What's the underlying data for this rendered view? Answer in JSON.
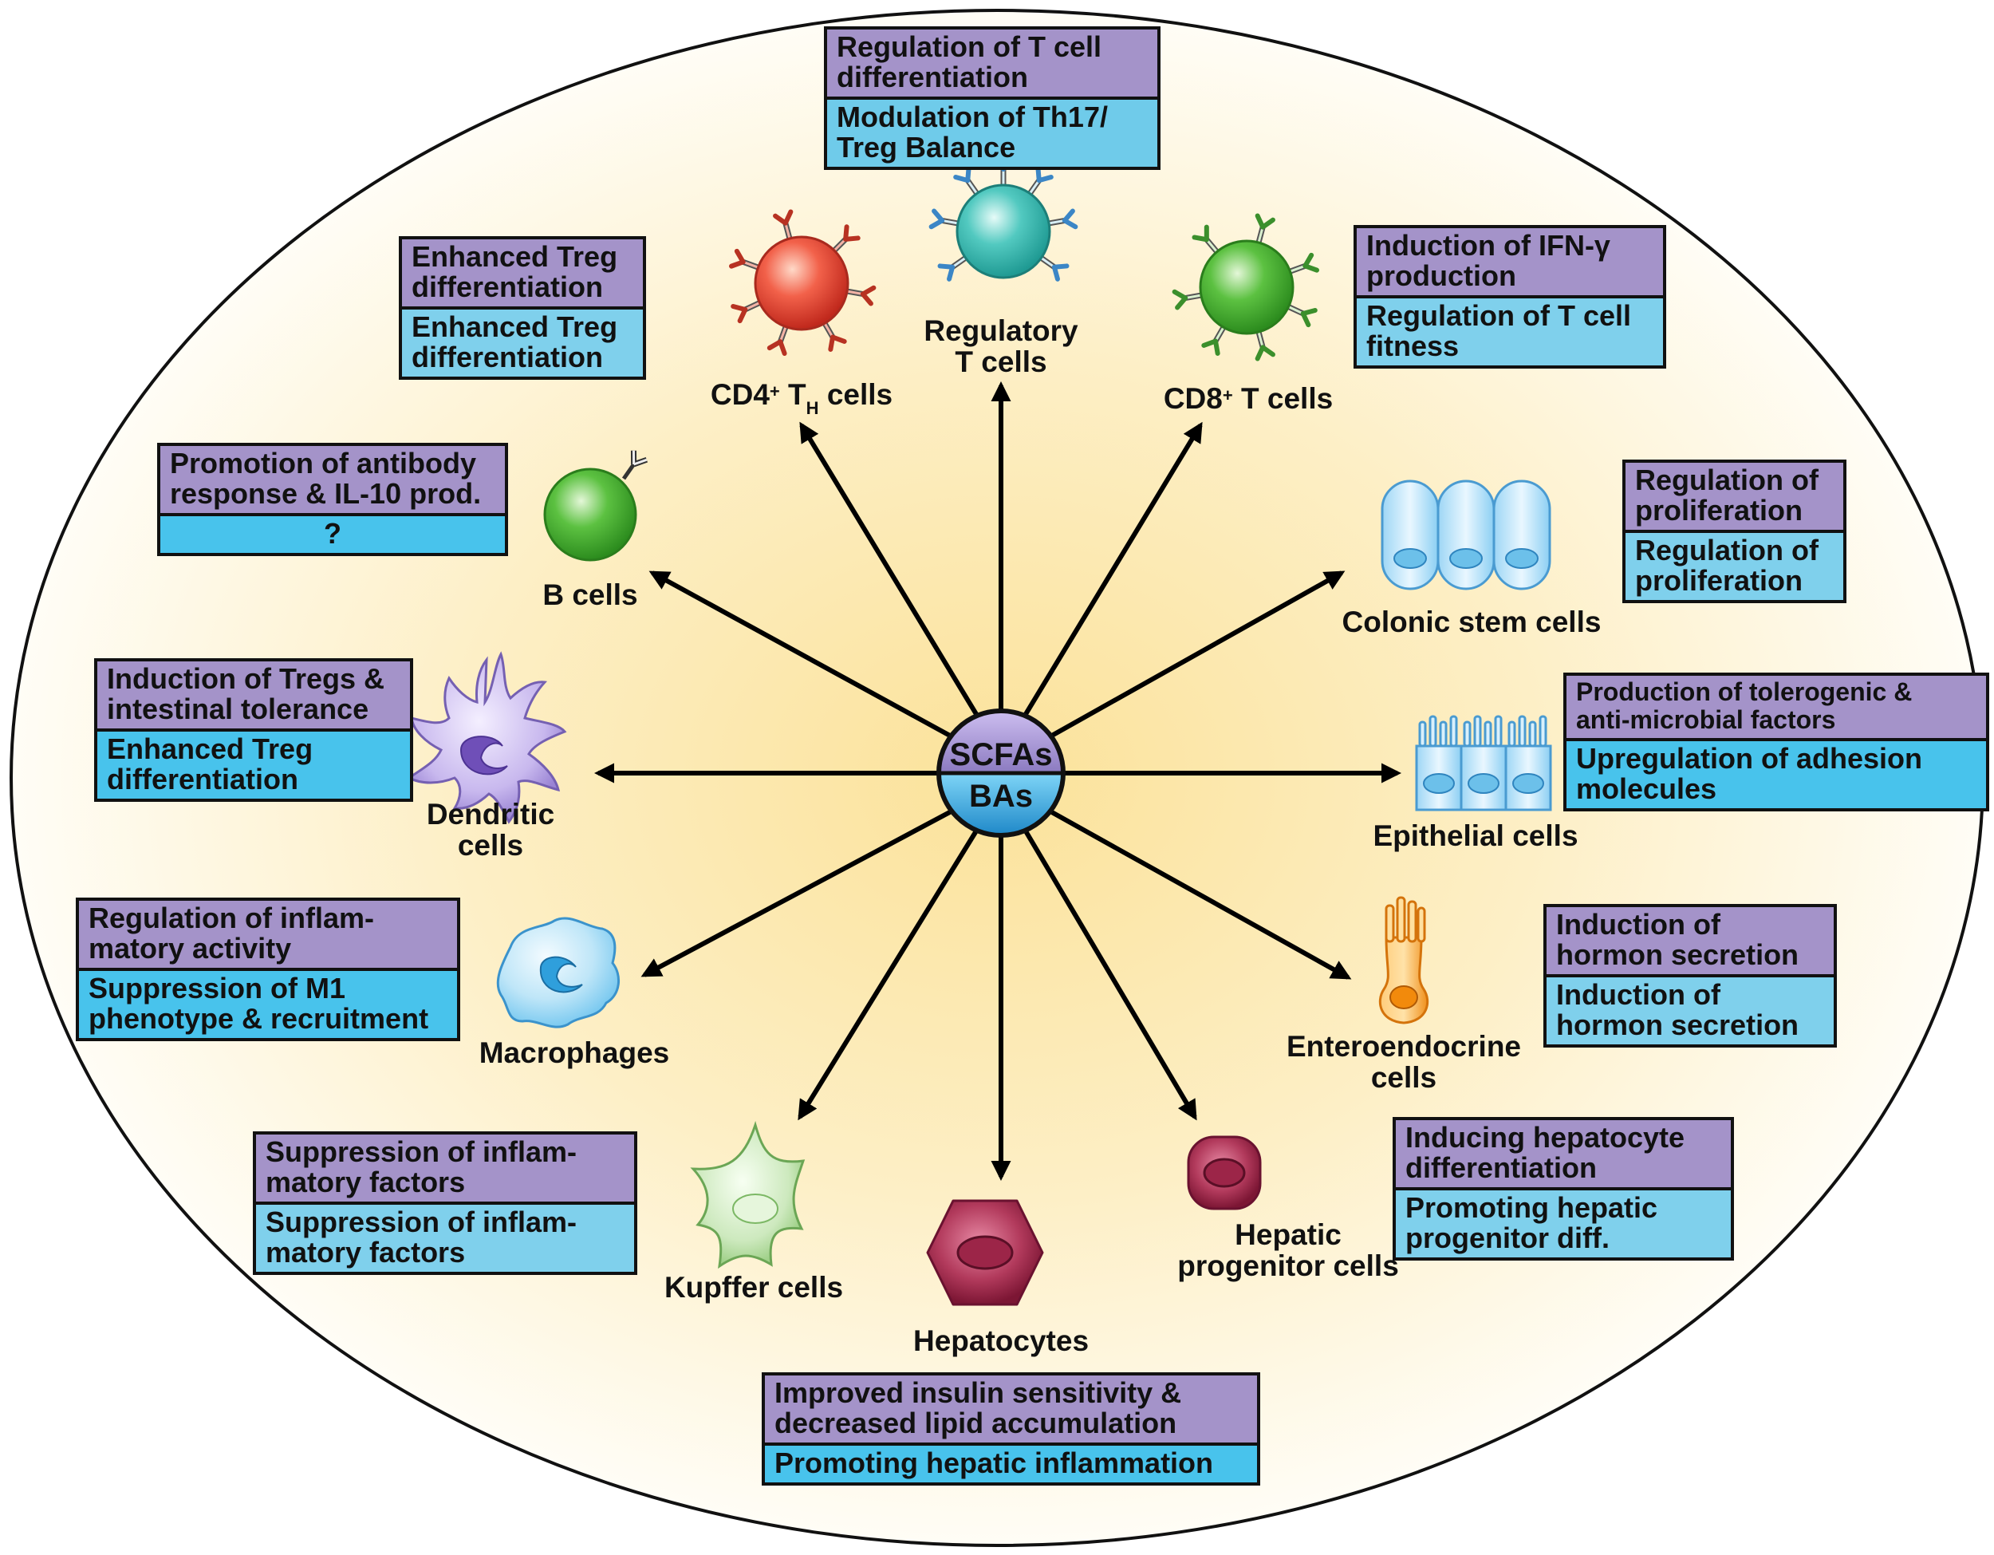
{
  "center": {
    "top": "SCFAs",
    "bottom": "BAs"
  },
  "colors": {
    "scfa_box": "#a493c9",
    "ba_box_light": "#87cfe8",
    "ba_box_dark": "#44c2ec",
    "ellipse_center": "#fbe7a6",
    "ellipse_edge": "#fffcf1"
  },
  "cells": {
    "treg": {
      "line1": "Regulatory",
      "line2": "T cells",
      "scfa": [
        "Regulation of T cell",
        "differentiation"
      ],
      "ba": [
        "Modulation of Th17/",
        "Treg Balance"
      ]
    },
    "cd4": {
      "pre": "CD4",
      "sup": "+",
      "mid": " T",
      "sub": "H",
      "post": " cells",
      "scfa": [
        "Enhanced Treg",
        "differentiation"
      ],
      "ba": [
        "Enhanced Treg",
        "differentiation"
      ]
    },
    "cd8": {
      "pre": "CD8",
      "sup": "+",
      "post": " T cells",
      "scfa": [
        "Induction of IFN-γ",
        "production"
      ],
      "ba": [
        "Regulation of T cell",
        "fitness"
      ]
    },
    "bcell": {
      "label": "B cells",
      "scfa": [
        "Promotion of antibody",
        "response & IL-10 prod."
      ],
      "ba": [
        "?"
      ]
    },
    "colonic": {
      "label": "Colonic stem cells",
      "scfa": [
        "Regulation of",
        "proliferation"
      ],
      "ba": [
        "Regulation of",
        "proliferation"
      ]
    },
    "dendritic": {
      "line1": "Dendritic",
      "line2": "cells",
      "scfa": [
        "Induction of Tregs &",
        "intestinal tolerance"
      ],
      "ba": [
        "Enhanced Treg",
        "differentiation"
      ]
    },
    "epithelial": {
      "label": "Epithelial cells",
      "scfa": [
        "Production of tolerogenic &",
        "anti-microbial factors"
      ],
      "ba": [
        "Upregulation of adhesion",
        "molecules"
      ]
    },
    "macrophage": {
      "label": "Macrophages",
      "scfa": [
        "Regulation of inflam-",
        "matory activity"
      ],
      "ba": [
        "Suppression of M1",
        "phenotype & recruitment"
      ]
    },
    "entero": {
      "line1": "Enteroendocrine",
      "line2": "cells",
      "scfa": [
        "Induction of",
        "hormon secretion"
      ],
      "ba": [
        "Induction of",
        "hormon secretion"
      ]
    },
    "kupffer": {
      "label": "Kupffer cells",
      "scfa": [
        "Suppression of inflam-",
        "matory factors"
      ],
      "ba": [
        "Suppression of inflam-",
        "matory factors"
      ]
    },
    "hepatocytes": {
      "label": "Hepatocytes",
      "scfa": [
        "Improved insulin sensitivity &",
        "decreased lipid accumulation"
      ],
      "ba": [
        "Promoting hepatic inflammation"
      ]
    },
    "hepprog": {
      "line1": "Hepatic",
      "line2": "progenitor cells",
      "scfa": [
        "Inducing hepatocyte",
        "differentiation"
      ],
      "ba": [
        "Promoting hepatic",
        "progenitor diff."
      ]
    }
  }
}
